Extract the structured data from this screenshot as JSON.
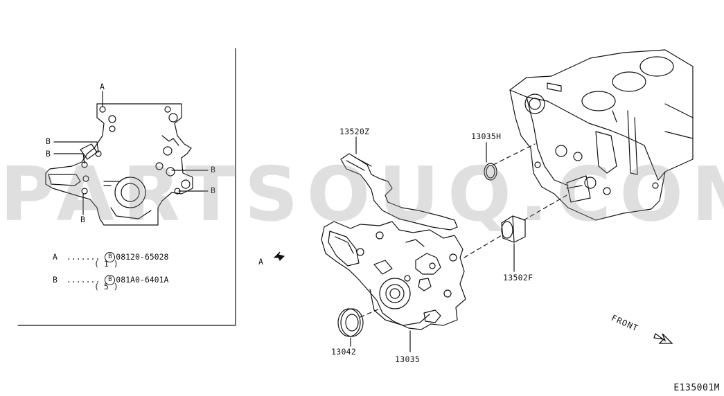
{
  "watermark": "PARTSOUQ.COM",
  "inset": {
    "callout_a": "A",
    "callout_b": "B",
    "legend": [
      {
        "key": "A",
        "dots": ".......",
        "symbol": "B",
        "part": "08120-65028",
        "qty": "( 1 )"
      },
      {
        "key": "B",
        "dots": ".......",
        "symbol": "B",
        "part": "081A0-6401A",
        "qty": "( 5 )"
      }
    ]
  },
  "view_label": "A",
  "parts": {
    "p13520Z": "13520Z",
    "p13035H": "13035H",
    "p13502F": "13502F",
    "p13042": "13042",
    "p13035": "13035"
  },
  "front_label": "FRONT",
  "diagram_code": "E135001M"
}
